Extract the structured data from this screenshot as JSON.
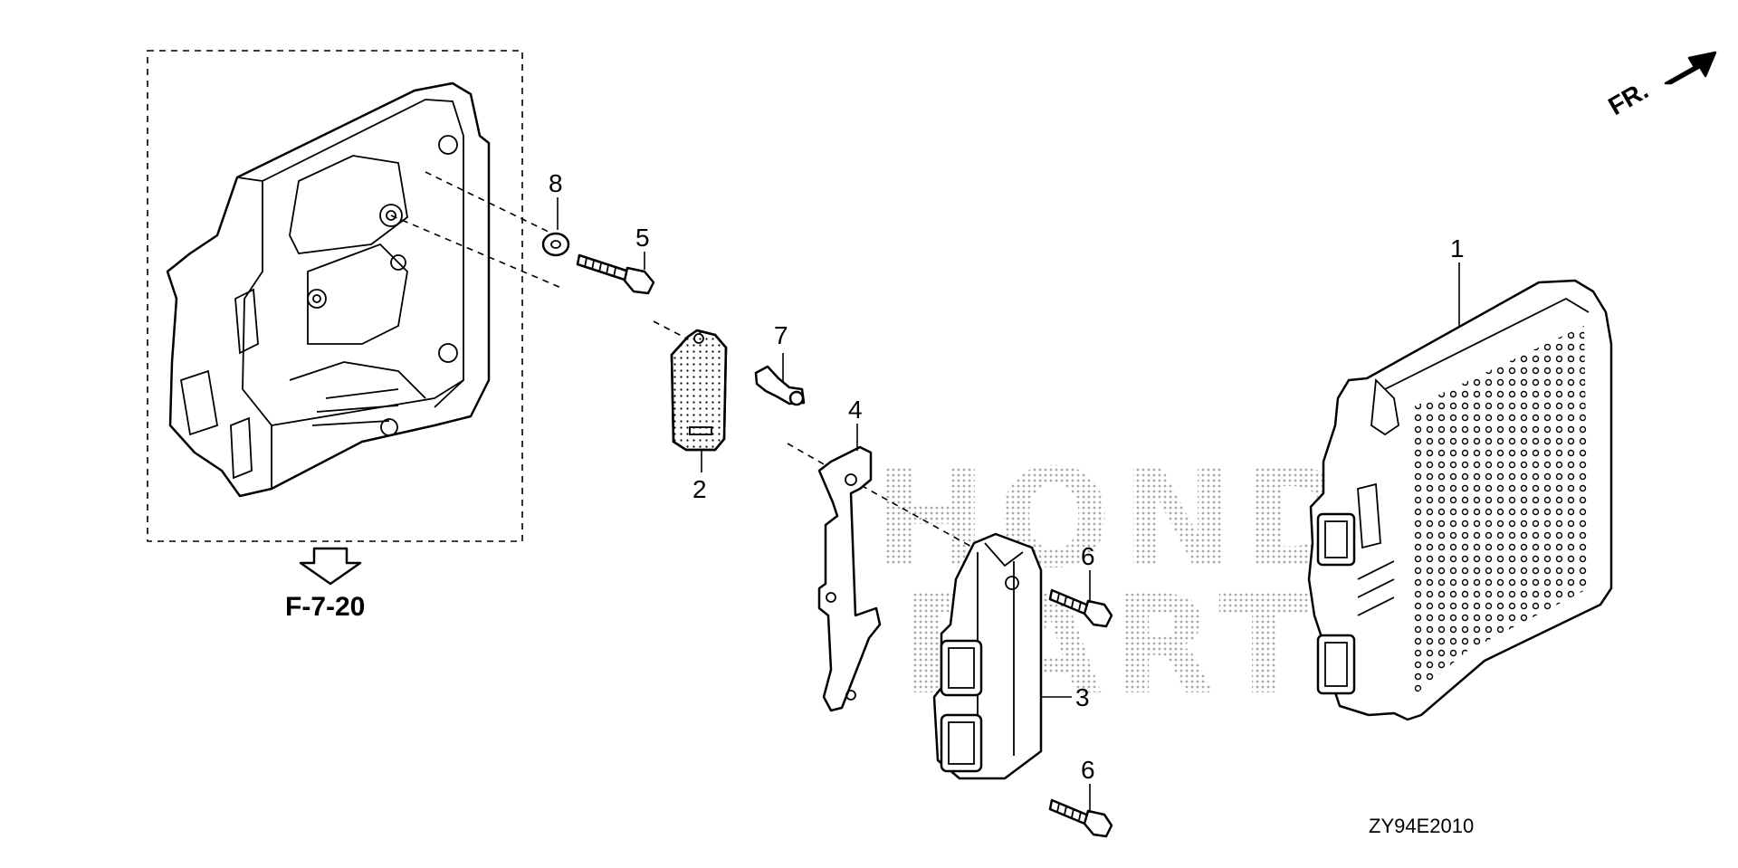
{
  "callouts": {
    "p1": "1",
    "p2": "2",
    "p3": "3",
    "p4": "4",
    "p5": "5",
    "p6a": "6",
    "p6b": "6",
    "p7": "7",
    "p8": "8"
  },
  "reference": {
    "label": "F-7-20"
  },
  "direction": {
    "label": "FR."
  },
  "diagram_code": "ZY94E2010",
  "watermark": {
    "line1": "HONDA",
    "line2": "PARTS"
  },
  "icons": {
    "reference_arrow": "down-arrow-outline-icon",
    "front_arrow": "front-direction-arrow-icon"
  }
}
